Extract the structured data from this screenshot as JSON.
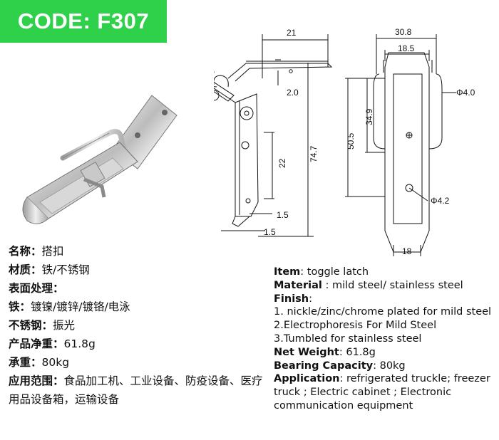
{
  "badge": {
    "code": "CODE: F307",
    "color": "#2fd04a"
  },
  "dimensions": {
    "d21": "21",
    "d2_0": "2.0",
    "d22": "22",
    "d74_7": "74.7",
    "d1_5a": "1.5",
    "d1_5b": "1.5",
    "d30_8": "30.8",
    "d18_5": "18.5",
    "phi4_0": "Φ4.0",
    "d50_5": "50.5",
    "d34_9": "34.9",
    "phi4_2": "Φ4.2",
    "d18": "18"
  },
  "cn": {
    "name_k": "名称：",
    "name_v": "搭扣",
    "material_k": "材质：",
    "material_v": "铁/不锈钢",
    "surface_k": "表面处理：",
    "iron_k": "铁：",
    "iron_v": "镀镍/镀锌/镀铬/电泳",
    "ss_k": "不锈钢：",
    "ss_v": "振光",
    "weight_k": "产品净重：",
    "weight_v": "61.8g",
    "load_k": "承重：",
    "load_v": "80kg",
    "app_k": "应用范围：",
    "app_v": "食品加工机、工业设备、防疫设备、医疗用品设备箱，运输设备"
  },
  "en": {
    "item_k": "Item",
    "item_v": ": toggle latch",
    "material_k": "Material",
    "material_v": " : mild steel/ stainless steel",
    "finish_k": "Finish",
    "finish_v": ":",
    "finish_1": "1. nickle/zinc/chrome plated for mild steel",
    "finish_2": "2.Electrophoresis For Mild Steel",
    "finish_3": "3.Tumbled for stainless steel",
    "weight_k": "Net Weight",
    "weight_v": ": 61.8g",
    "bearing_k": "Bearing Capacity",
    "bearing_v": ": 80kg",
    "app_k": "Application",
    "app_v": ": refrigerated truckle; freezer truck ; Electric cabinet ; Electronic communication equipment"
  }
}
